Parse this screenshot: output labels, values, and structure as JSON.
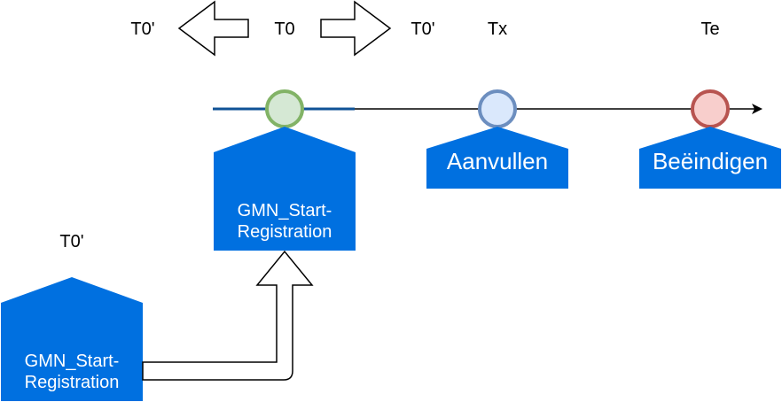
{
  "colors": {
    "box_fill": "#0070E0",
    "timeline_blue": "#0F5296",
    "line": "#000000",
    "green_fill": "#D5E8D4",
    "green_stroke": "#82B366",
    "blue_fill": "#DAE8FC",
    "blue_stroke": "#6C8EBF",
    "red_fill": "#F8CECC",
    "red_stroke": "#B85450"
  },
  "top_labels": {
    "t0_prime_left": "T0'",
    "t0": "T0",
    "t0_prime_right": "T0'",
    "tx": "Tx",
    "te": "Te"
  },
  "side_label": "T0'",
  "boxes": {
    "start_main": {
      "line1": "GMN_Start-",
      "line2": "Registration"
    },
    "start_side": {
      "line1": "GMN_Start-",
      "line2": "Registration"
    },
    "aanvullen": "Aanvullen",
    "beeindigen": "Beëindigen"
  }
}
